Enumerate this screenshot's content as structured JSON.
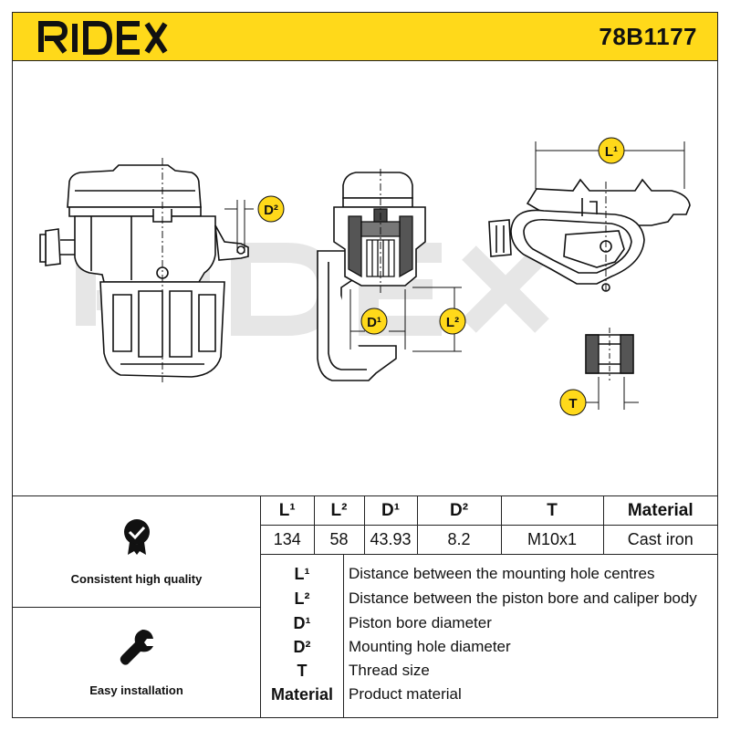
{
  "brand": {
    "logo_text": "RIDEX",
    "accent_color": "#ffd91a"
  },
  "part_number": "78B1177",
  "drawing": {
    "watermark": "RIDEX",
    "dimension_labels": {
      "L1": "L¹",
      "L2": "L²",
      "D1": "D¹",
      "D2": "D²",
      "T": "T"
    }
  },
  "features": [
    {
      "icon": "quality-check-badge-icon",
      "label": "Consistent high quality"
    },
    {
      "icon": "wrench-icon",
      "label": "Easy installation"
    }
  ],
  "spec_table": {
    "headers": [
      "L¹",
      "L²",
      "D¹",
      "D²",
      "T",
      "Material"
    ],
    "values": [
      "134",
      "58",
      "43.93",
      "8.2",
      "M10x1",
      "Cast iron"
    ]
  },
  "legend": [
    {
      "symbol": "L¹",
      "description": "Distance between the mounting hole centres"
    },
    {
      "symbol": "L²",
      "description": "Distance between the piston bore and caliper body"
    },
    {
      "symbol": "D¹",
      "description": "Piston bore diameter"
    },
    {
      "symbol": "D²",
      "description": "Mounting hole diameter"
    },
    {
      "symbol": "T",
      "description": "Thread size"
    },
    {
      "symbol": "Material",
      "description": "Product material"
    }
  ]
}
